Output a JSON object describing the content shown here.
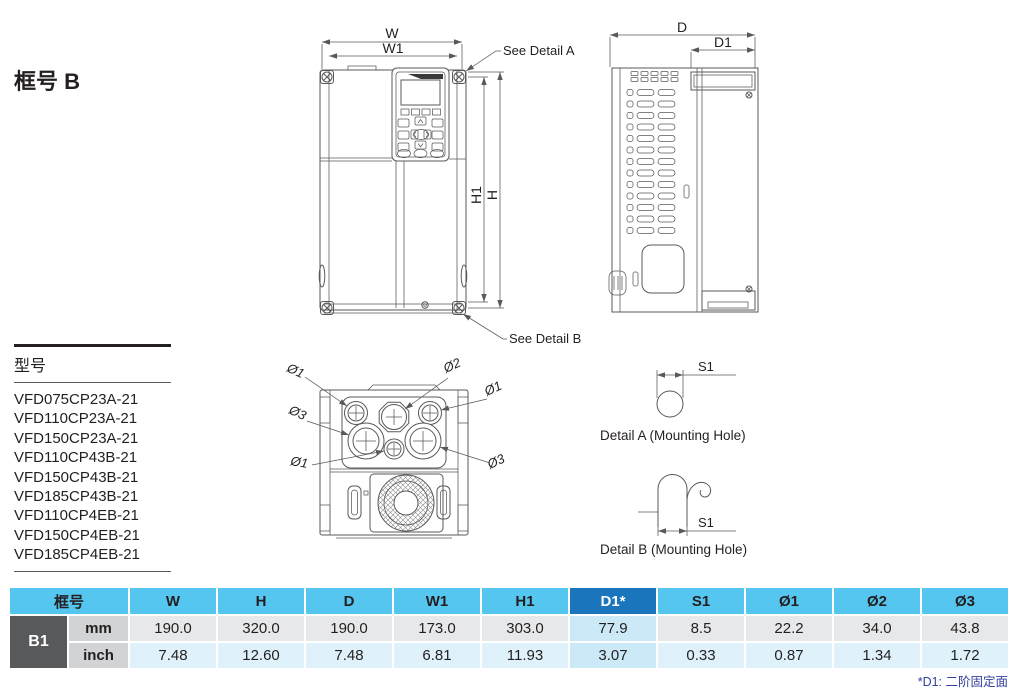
{
  "page": {
    "title": "框号 B",
    "footnote": "*D1: 二阶固定面"
  },
  "colors": {
    "header_bg": "#54C6EF",
    "highlight_header_bg": "#1B75BC",
    "frame_bg": "#58595B",
    "unit_bg": "#D1D3D4",
    "mm_row_bg": "#E7E8E9",
    "inch_row_bg": "#DFF2FB",
    "highlight_cell_bg": "#CBE9F7",
    "footnote_blue": "#333F9E",
    "line_gray": "#58595B"
  },
  "model_list": {
    "heading": "型号",
    "models": [
      "VFD075CP23A-21",
      "VFD110CP23A-21",
      "VFD150CP23A-21",
      "VFD110CP43B-21",
      "VFD150CP43B-21",
      "VFD185CP43B-21",
      "VFD110CP4EB-21",
      "VFD150CP4EB-21",
      "VFD185CP4EB-21"
    ]
  },
  "front_view": {
    "dim_w": "W",
    "dim_w1": "W1",
    "dim_h1": "H1",
    "dim_h": "H",
    "see_detail_a": "See Detail A",
    "see_detail_b": "See Detail B"
  },
  "side_view": {
    "dim_d": "D",
    "dim_d1": "D1"
  },
  "bottom_view": {
    "phi1": "Ø1",
    "phi2": "Ø2",
    "phi3": "Ø3"
  },
  "detail_a": {
    "dim_s1": "S1",
    "caption": "Detail A (Mounting Hole)"
  },
  "detail_b": {
    "dim_s1": "S1",
    "caption": "Detail B (Mounting Hole)"
  },
  "table": {
    "frame_header": "框号",
    "frame_value": "B1",
    "columns": [
      "W",
      "H",
      "D",
      "W1",
      "H1",
      "D1*",
      "S1",
      "Ø1",
      "Ø2",
      "Ø3"
    ],
    "rows": [
      {
        "unit": "mm",
        "values": [
          "190.0",
          "320.0",
          "190.0",
          "173.0",
          "303.0",
          "77.9",
          "8.5",
          "22.2",
          "34.0",
          "43.8"
        ]
      },
      {
        "unit": "inch",
        "values": [
          "7.48",
          "12.60",
          "7.48",
          "6.81",
          "11.93",
          "3.07",
          "0.33",
          "0.87",
          "1.34",
          "1.72"
        ]
      }
    ]
  }
}
